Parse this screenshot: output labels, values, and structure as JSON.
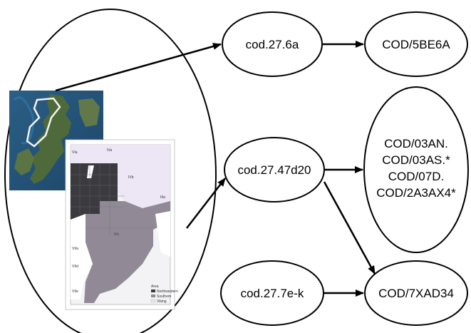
{
  "nodes": {
    "cod_6a": "cod.27.6a",
    "cod_5be6a": "COD/5BE6A",
    "cod_47d20": "cod.27.47d20",
    "cod_multi": [
      "COD/03AN.",
      "COD/03AS.*",
      "COD/07D.",
      "COD/2A3AX4*"
    ],
    "cod_7ek": "cod.27.7e-k",
    "cod_7xad34": "COD/7XAD34"
  },
  "map": {
    "north_sea_label": "IVa",
    "region_labels": [
      "IVb",
      "IVc",
      "IIIa",
      "VIa",
      "VIIa",
      "VIId",
      "VIIe"
    ],
    "legend_title": "Area",
    "legend_items": [
      "Northwestern",
      "Southern",
      "Viking"
    ]
  }
}
